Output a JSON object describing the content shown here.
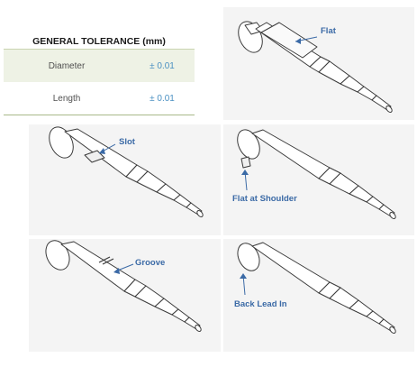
{
  "tolerance_table": {
    "title": "GENERAL TOLERANCE (mm)",
    "rows": [
      {
        "label": "Diameter",
        "value": "± 0.01"
      },
      {
        "label": "Length",
        "value": "± 0.01"
      }
    ]
  },
  "features": {
    "flat": "Flat",
    "slot": "Slot",
    "flat_at_shoulder": "Flat at Shoulder",
    "groove": "Groove",
    "back_lead_in": "Back Lead In"
  },
  "colors": {
    "panel_bg": "#f4f4f4",
    "callout_text": "#3b6aa6",
    "tolerance_value": "#4a90c2",
    "table_row_tint": "#eef2e5"
  }
}
